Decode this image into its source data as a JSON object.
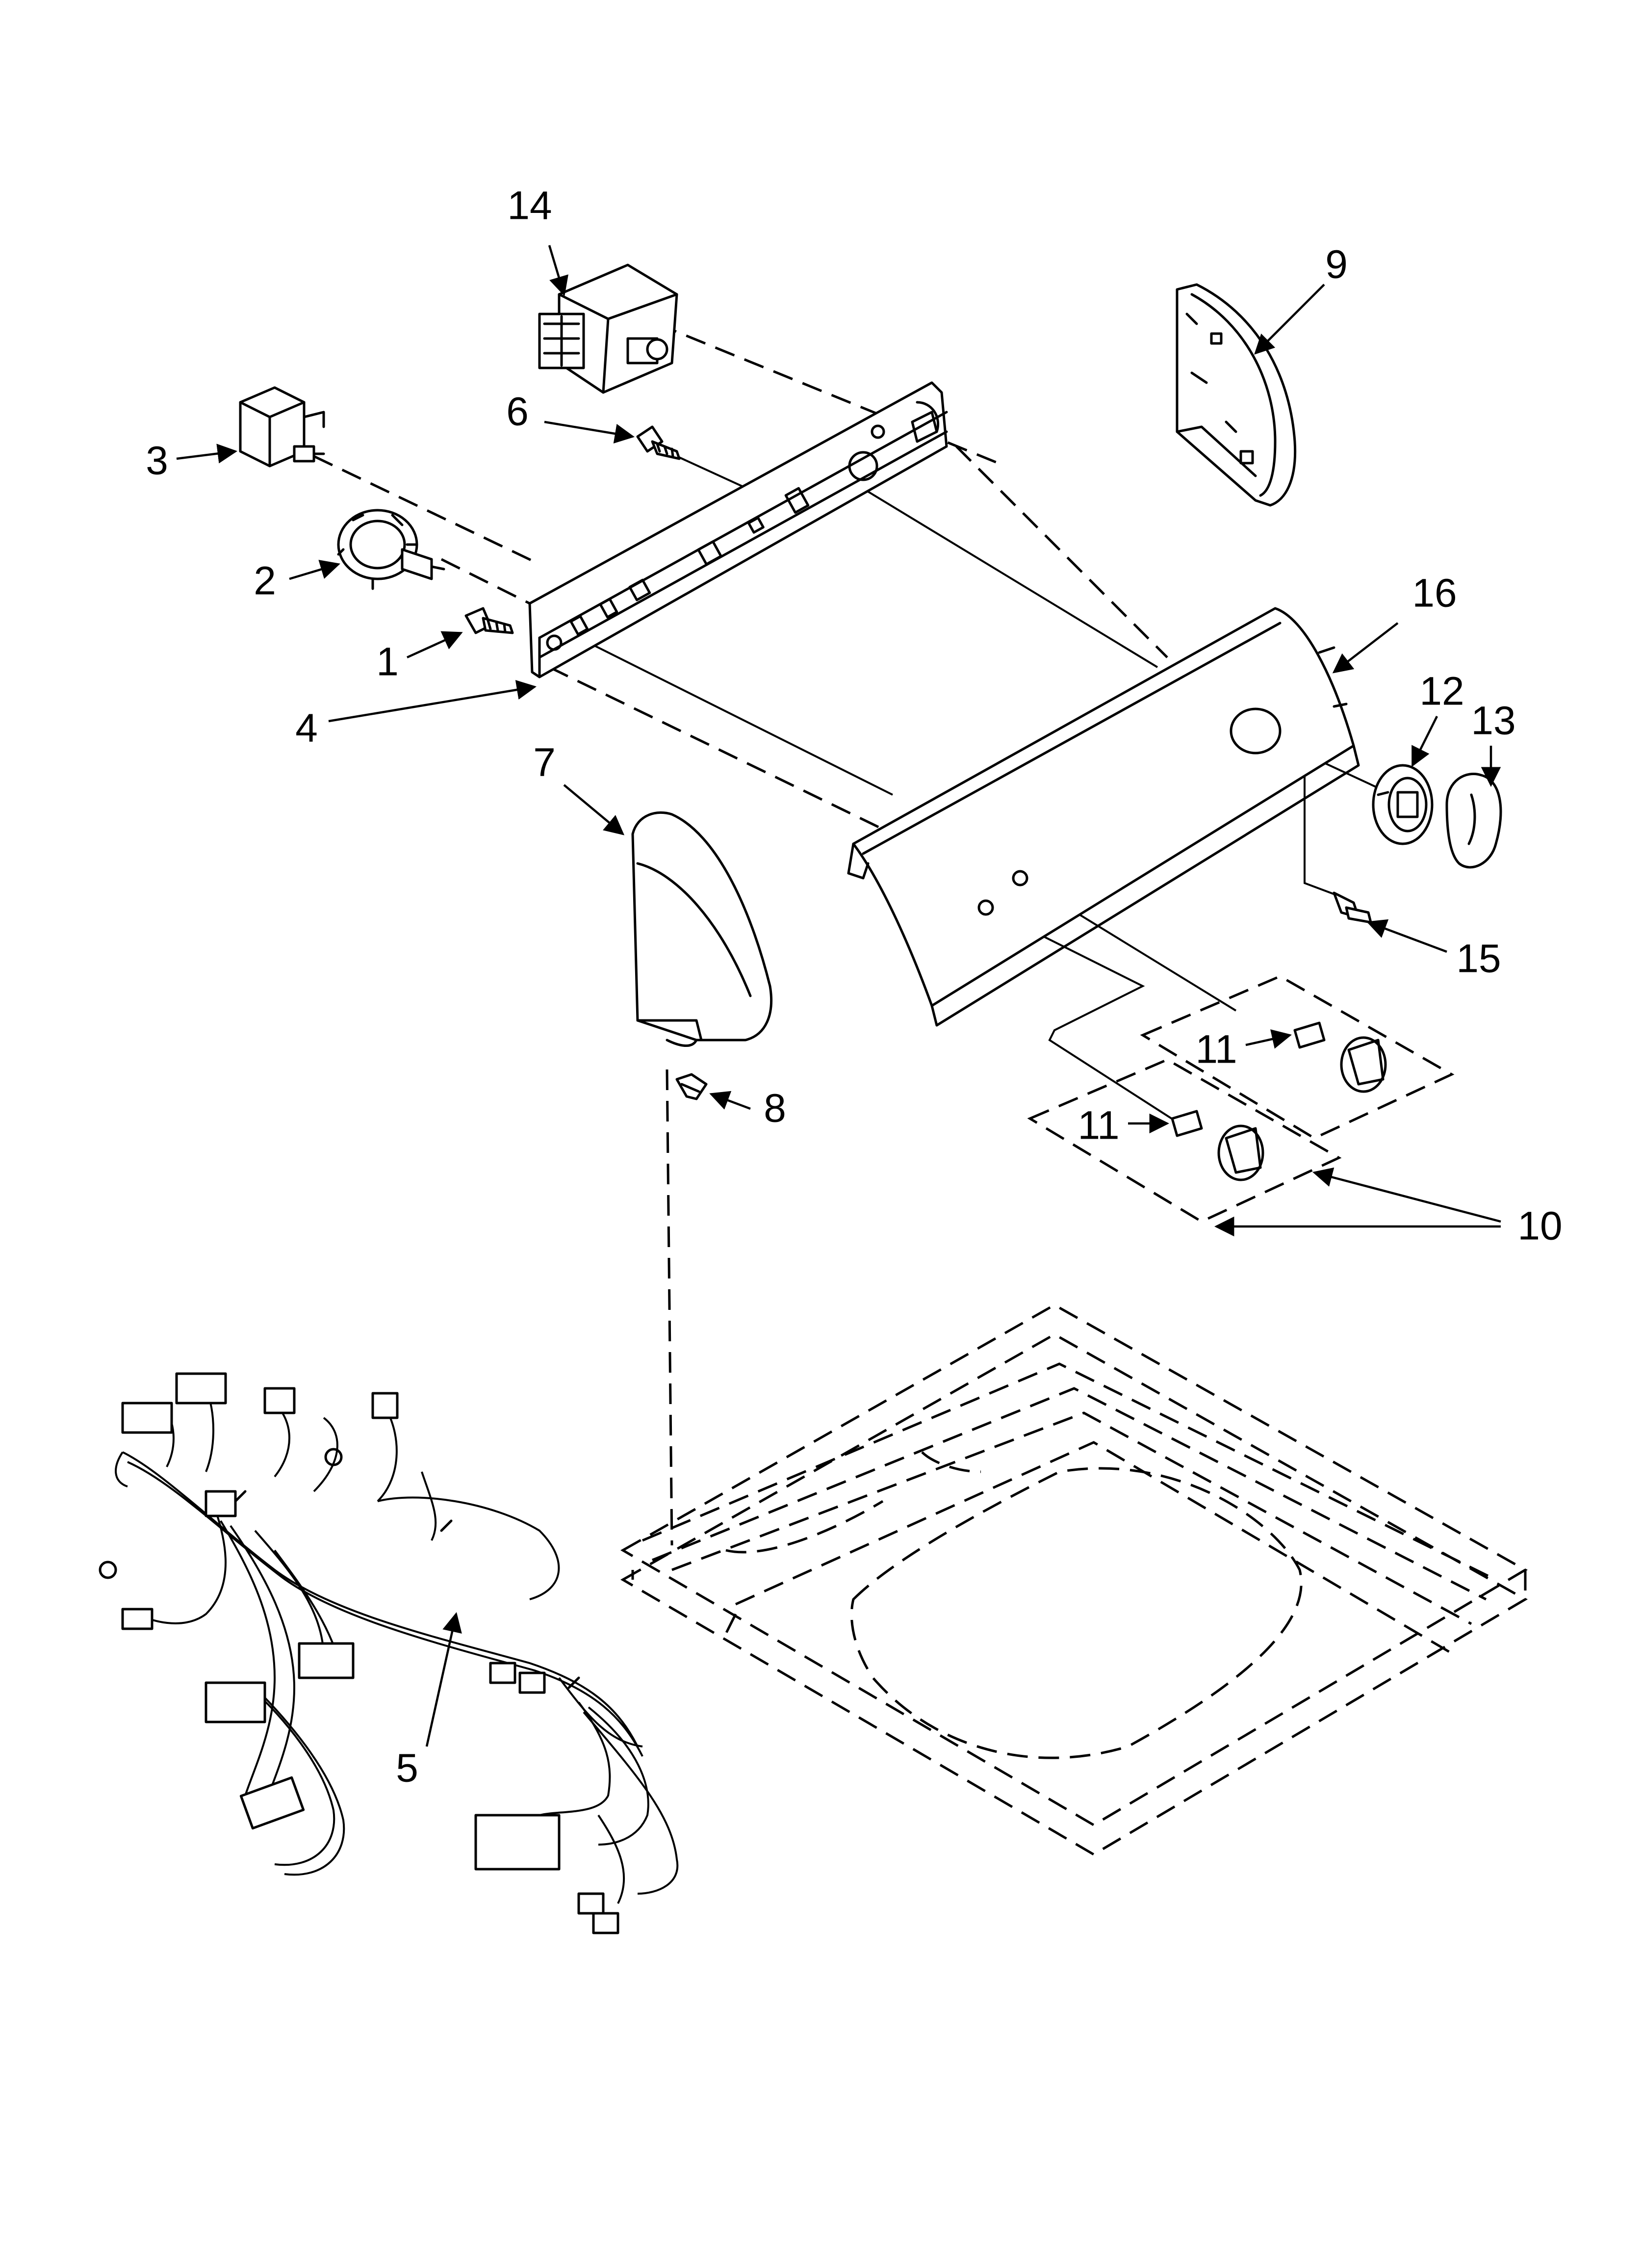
{
  "callouts": [
    {
      "id": "1",
      "text": "1"
    },
    {
      "id": "2",
      "text": "2"
    },
    {
      "id": "3",
      "text": "3"
    },
    {
      "id": "4",
      "text": "4"
    },
    {
      "id": "5",
      "text": "5"
    },
    {
      "id": "6",
      "text": "6"
    },
    {
      "id": "7",
      "text": "7"
    },
    {
      "id": "8",
      "text": "8"
    },
    {
      "id": "9",
      "text": "9"
    },
    {
      "id": "10",
      "text": "10"
    },
    {
      "id": "11a",
      "text": "11"
    },
    {
      "id": "11b",
      "text": "11"
    },
    {
      "id": "12",
      "text": "12"
    },
    {
      "id": "13",
      "text": "13"
    },
    {
      "id": "14",
      "text": "14"
    },
    {
      "id": "15",
      "text": "15"
    },
    {
      "id": "16",
      "text": "16"
    }
  ]
}
